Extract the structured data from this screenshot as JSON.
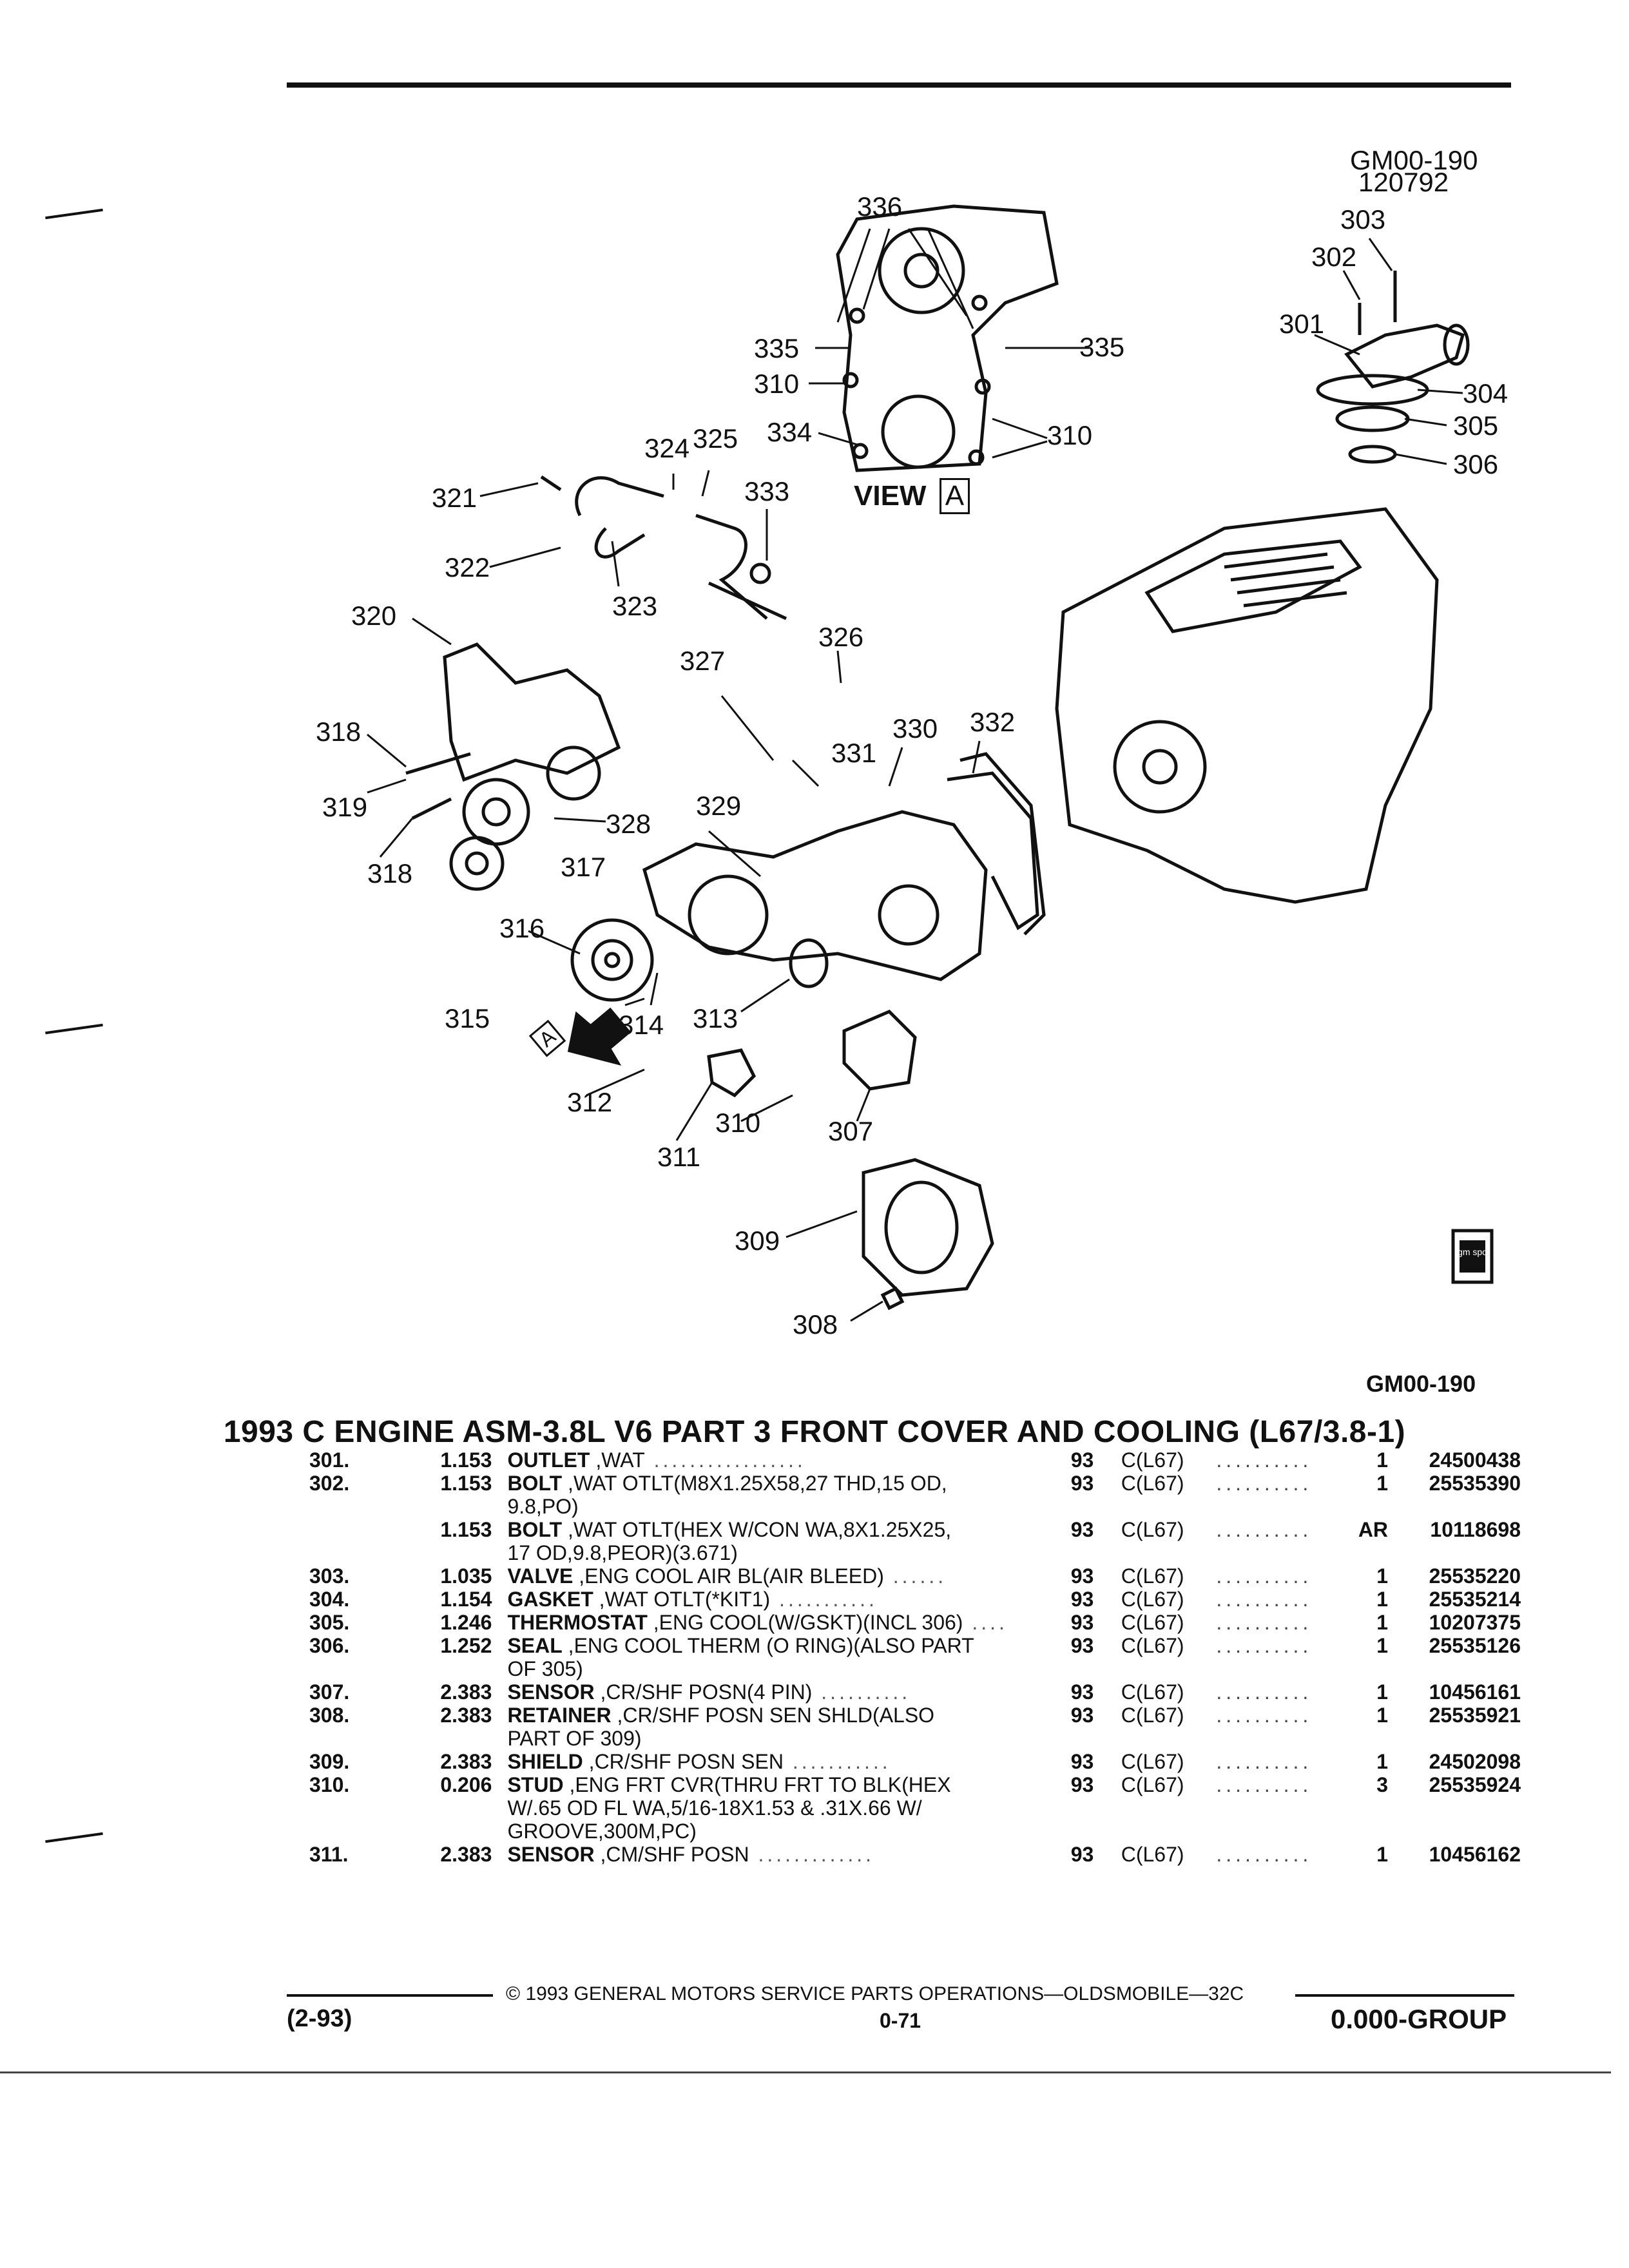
{
  "header": {
    "illustration_id": "GM00-190",
    "date_code": "120792",
    "view_label": "VIEW",
    "view_letter": "A",
    "illustration_id_bottom": "GM00-190",
    "logo_text": "gm spo"
  },
  "callouts": {
    "c301": "301",
    "c302": "302",
    "c303": "303",
    "c304": "304",
    "c305": "305",
    "c306": "306",
    "c307": "307",
    "c308": "308",
    "c309": "309",
    "c310a": "310",
    "c310b": "310",
    "c310c": "310",
    "c311": "311",
    "c312": "312",
    "c313": "313",
    "c314": "314",
    "c315": "315",
    "c316": "316",
    "c317": "317",
    "c318a": "318",
    "c318b": "318",
    "c319": "319",
    "c320": "320",
    "c321": "321",
    "c322": "322",
    "c323": "323",
    "c324": "324",
    "c325": "325",
    "c326": "326",
    "c327": "327",
    "c328": "328",
    "c329": "329",
    "c330": "330",
    "c331": "331",
    "c332": "332",
    "c333": "333",
    "c334": "334",
    "c335a": "335",
    "c335b": "335",
    "c336": "336",
    "arrow_letter": "A"
  },
  "title": "1993 C ENGINE ASM-3.8L V6 PART 3 FRONT COVER AND COOLING (L67/3.8-1)",
  "parts": [
    {
      "no": "301.",
      "grp": "1.153",
      "name": "OUTLET",
      "desc": ",WAT",
      "desc2": "",
      "yr": "93",
      "model": "C(L67)",
      "qty": "1",
      "pn": "24500438"
    },
    {
      "no": "302.",
      "grp": "1.153",
      "name": "BOLT",
      "desc": ",WAT OTLT(M8X1.25X58,27 THD,15 OD,",
      "desc2": "9.8,PO)",
      "yr": "93",
      "model": "C(L67)",
      "qty": "1",
      "pn": "25535390"
    },
    {
      "no": "",
      "grp": "1.153",
      "name": "BOLT",
      "desc": ",WAT OTLT(HEX W/CON WA,8X1.25X25,",
      "desc2": "17 OD,9.8,PEOR)(3.671)",
      "yr": "93",
      "model": "C(L67)",
      "qty": "AR",
      "pn": "10118698"
    },
    {
      "no": "303.",
      "grp": "1.035",
      "name": "VALVE",
      "desc": ",ENG COOL AIR BL(AIR BLEED)",
      "desc2": "",
      "yr": "93",
      "model": "C(L67)",
      "qty": "1",
      "pn": "25535220"
    },
    {
      "no": "304.",
      "grp": "1.154",
      "name": "GASKET",
      "desc": ",WAT OTLT(*KIT1)",
      "desc2": "",
      "yr": "93",
      "model": "C(L67)",
      "qty": "1",
      "pn": "25535214"
    },
    {
      "no": "305.",
      "grp": "1.246",
      "name": "THERMOSTAT",
      "desc": ",ENG COOL(W/GSKT)(INCL 306)",
      "desc2": "",
      "yr": "93",
      "model": "C(L67)",
      "qty": "1",
      "pn": "10207375"
    },
    {
      "no": "306.",
      "grp": "1.252",
      "name": "SEAL",
      "desc": ",ENG COOL THERM (O RING)(ALSO PART",
      "desc2": "OF 305)",
      "yr": "93",
      "model": "C(L67)",
      "qty": "1",
      "pn": "25535126"
    },
    {
      "no": "307.",
      "grp": "2.383",
      "name": "SENSOR",
      "desc": ",CR/SHF POSN(4 PIN)",
      "desc2": "",
      "yr": "93",
      "model": "C(L67)",
      "qty": "1",
      "pn": "10456161"
    },
    {
      "no": "308.",
      "grp": "2.383",
      "name": "RETAINER",
      "desc": ",CR/SHF POSN SEN SHLD(ALSO",
      "desc2": "PART OF 309)",
      "yr": "93",
      "model": "C(L67)",
      "qty": "1",
      "pn": "25535921"
    },
    {
      "no": "309.",
      "grp": "2.383",
      "name": "SHIELD",
      "desc": ",CR/SHF POSN SEN",
      "desc2": "",
      "yr": "93",
      "model": "C(L67)",
      "qty": "1",
      "pn": "24502098"
    },
    {
      "no": "310.",
      "grp": "0.206",
      "name": "STUD",
      "desc": ",ENG FRT CVR(THRU FRT TO BLK(HEX",
      "desc2": "W/.65 OD FL WA,5/16-18X1.53 & .31X.66 W/",
      "desc3": "GROOVE,300M,PC)",
      "yr": "93",
      "model": "C(L67)",
      "qty": "3",
      "pn": "25535924"
    },
    {
      "no": "311.",
      "grp": "2.383",
      "name": "SENSOR",
      "desc": ",CM/SHF POSN",
      "desc2": "",
      "yr": "93",
      "model": "C(L67)",
      "qty": "1",
      "pn": "10456162"
    }
  ],
  "footer": {
    "copyright": "© 1993 GENERAL MOTORS SERVICE PARTS OPERATIONS—OLDSMOBILE—32C",
    "date": "(2-93)",
    "page": "0-71",
    "group": "0.000-GROUP"
  }
}
